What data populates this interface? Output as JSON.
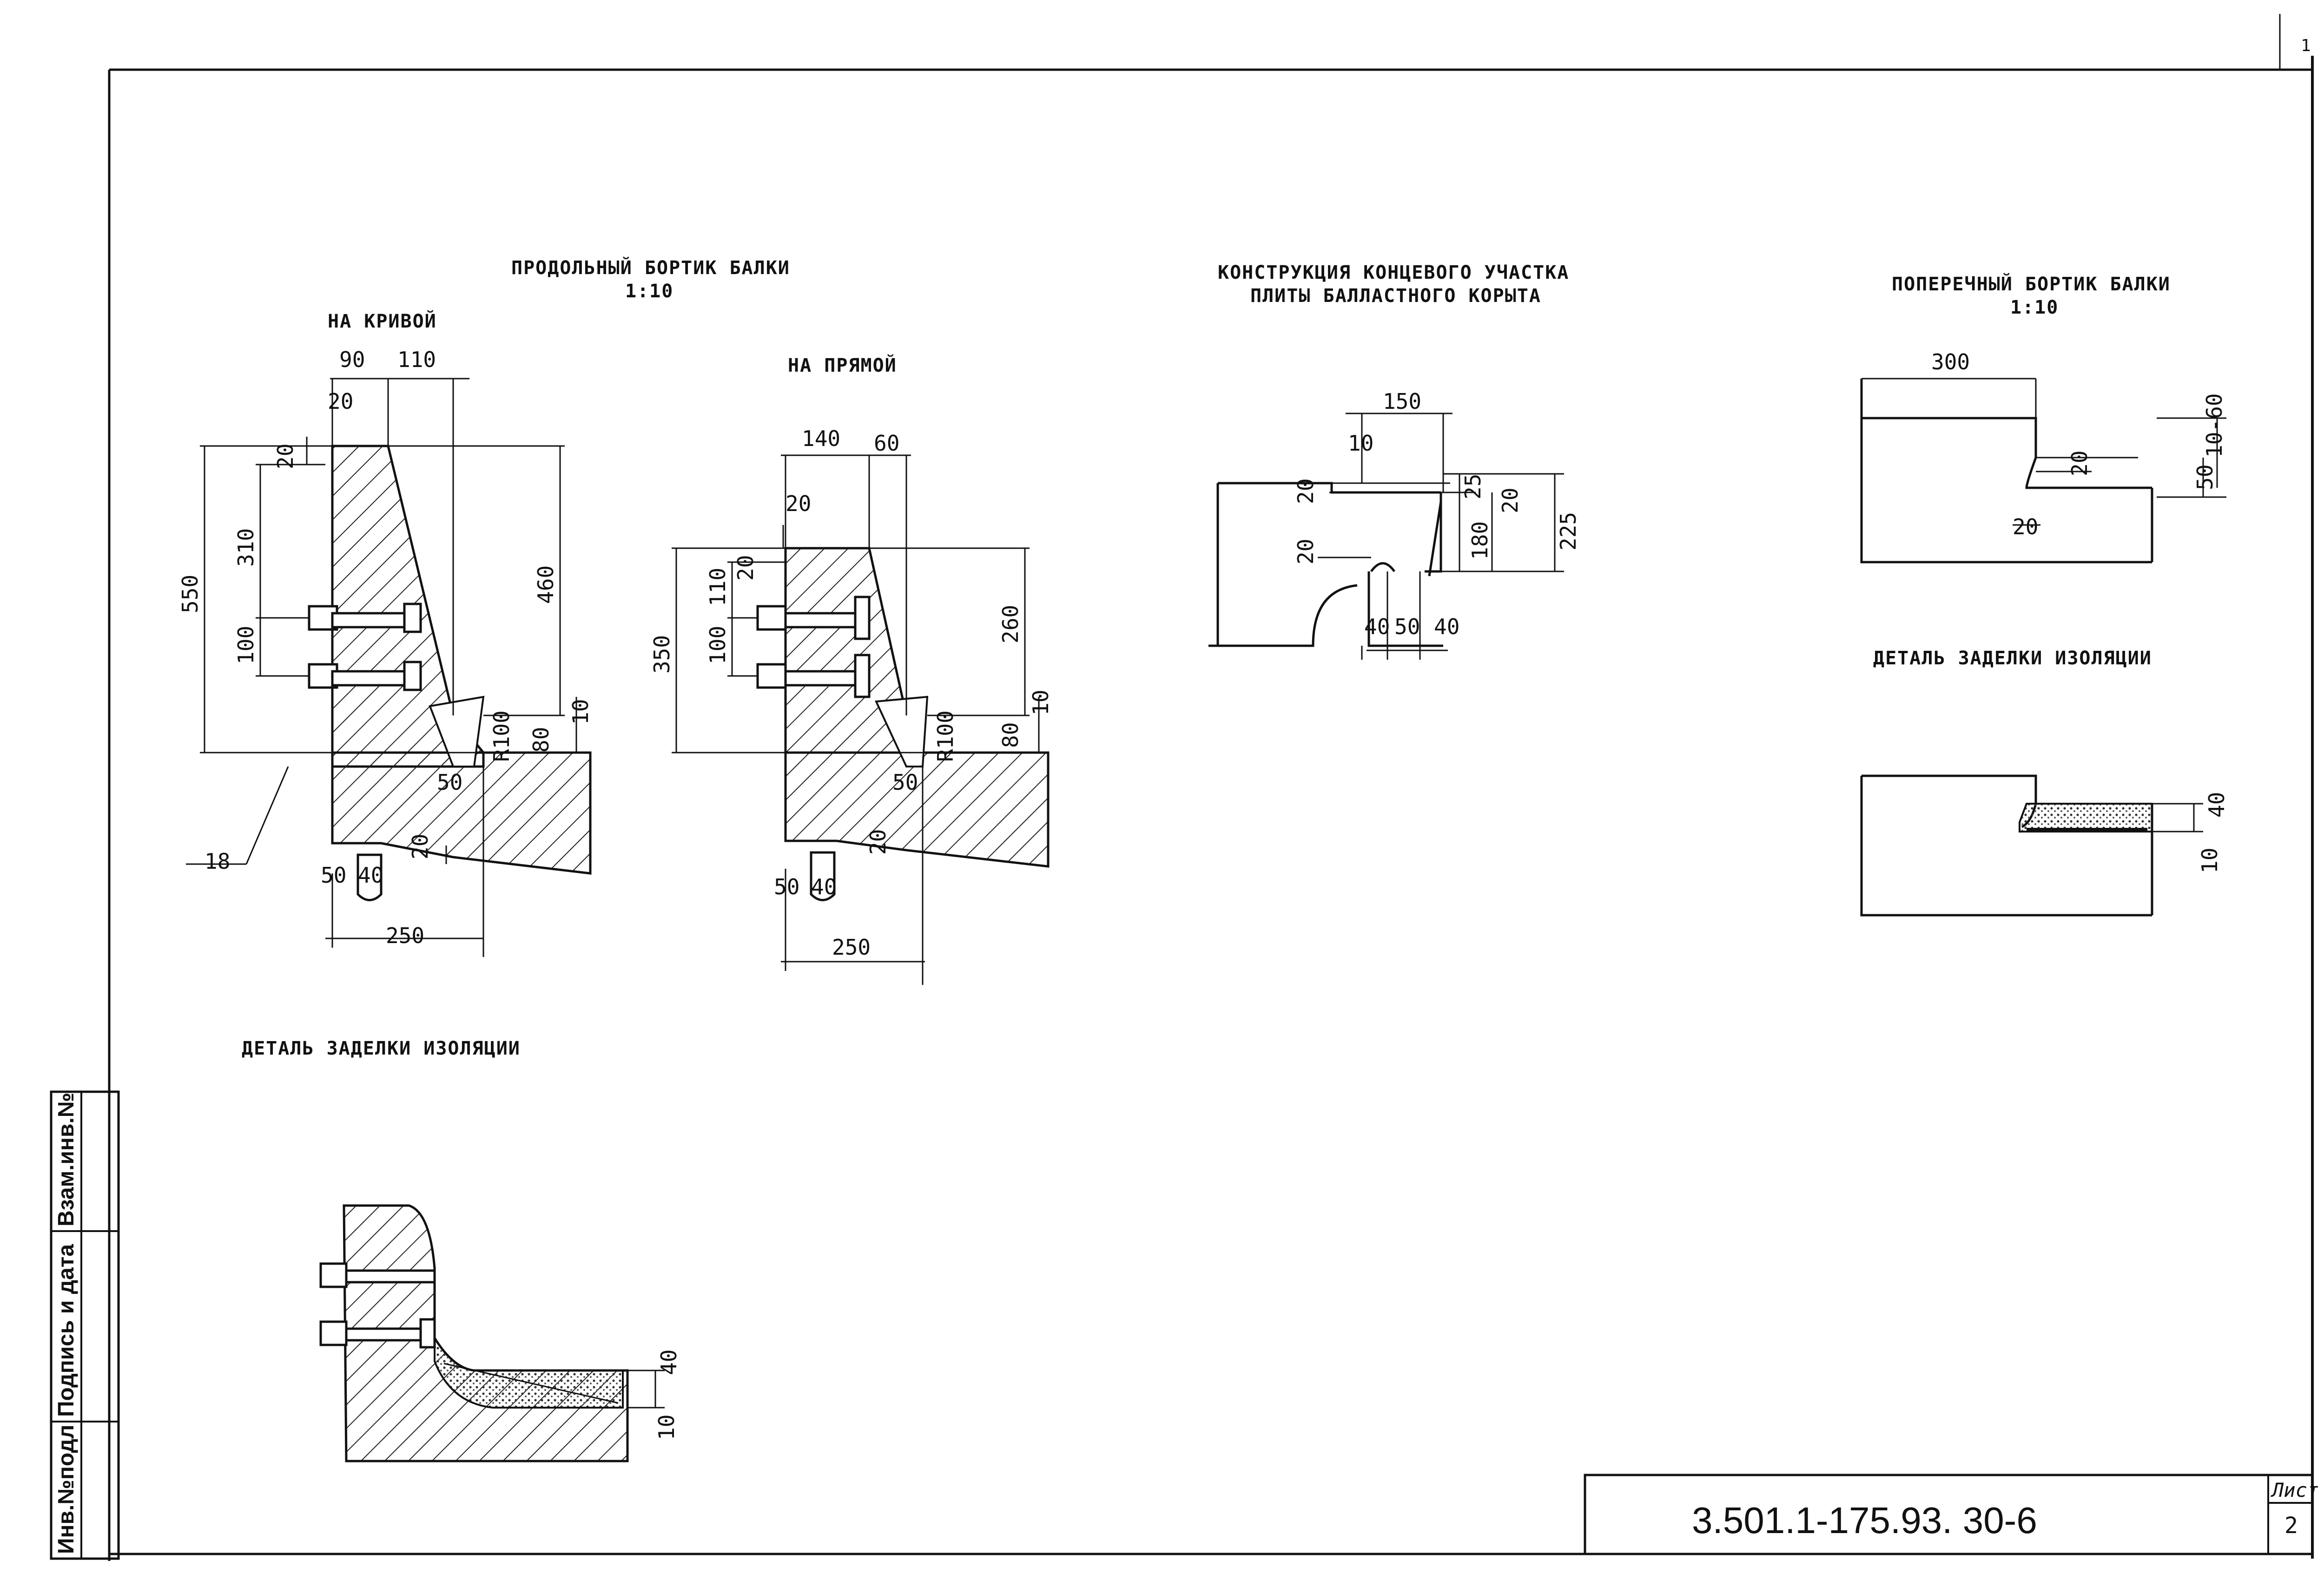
{
  "page_number": "1",
  "titles": {
    "longitudinal": "ПРОДОЛЬНЫЙ БОРТИК БАЛКИ",
    "longitudinal_scale": "1:10",
    "on_curve": "НА КРИВОЙ",
    "on_straight": "НА ПРЯМОЙ",
    "end_section_line1": "КОНСТРУКЦИЯ КОНЦЕВОГО УЧАСТКА",
    "end_section_line2": "ПЛИТЫ БАЛЛАСТНОГО КОРЫТА",
    "transverse": "ПОПЕРЕЧНЫЙ БОРТИК БАЛКИ",
    "transverse_scale": "1:10",
    "insulation_detail_left": "ДЕТАЛЬ ЗАДЕЛКИ ИЗОЛЯЦИИ",
    "insulation_detail_right": "ДЕТАЛЬ ЗАДЕЛКИ ИЗОЛЯЦИИ"
  },
  "dims": {
    "curve": {
      "d90": "90",
      "d110": "110",
      "d20a": "20",
      "d20b": "20",
      "d550": "550",
      "d310": "310",
      "d100": "100",
      "d460": "460",
      "dR100": "R100",
      "d10": "10",
      "d80": "80",
      "d50": "50",
      "d20c": "20",
      "d18": "18",
      "d50b": "50",
      "d40": "40",
      "d250": "250"
    },
    "straight": {
      "d140": "140",
      "d60": "60",
      "d20a": "20",
      "d350": "350",
      "d110": "110",
      "d20b": "20",
      "d100": "100",
      "d260": "260",
      "dR100": "R100",
      "d10": "10",
      "d80": "80",
      "d50": "50",
      "d20c": "20",
      "d50b": "50",
      "d40": "40",
      "d250": "250"
    },
    "end": {
      "d150": "150",
      "d10": "10",
      "d20a": "20",
      "d25": "25",
      "d20b": "20",
      "d180": "180",
      "d225": "225",
      "d20c": "20",
      "d40a": "40",
      "d50": "50",
      "d40b": "40"
    },
    "transverse": {
      "d300": "300",
      "d10_60": "10-60",
      "d20a": "20",
      "d50": "50",
      "d20b": "20"
    },
    "detail_left": {
      "d40": "40",
      "d10": "10"
    },
    "detail_right": {
      "d40": "40",
      "d10": "10"
    }
  },
  "stamp": {
    "col1": "Инв.№подл",
    "col2": "Подпись и дата",
    "col3": "Взам.инв.№"
  },
  "title_block": {
    "doc_code": "3.501.1-175.93. 30-6",
    "sheet_label": "Лист",
    "sheet_number": "2"
  }
}
